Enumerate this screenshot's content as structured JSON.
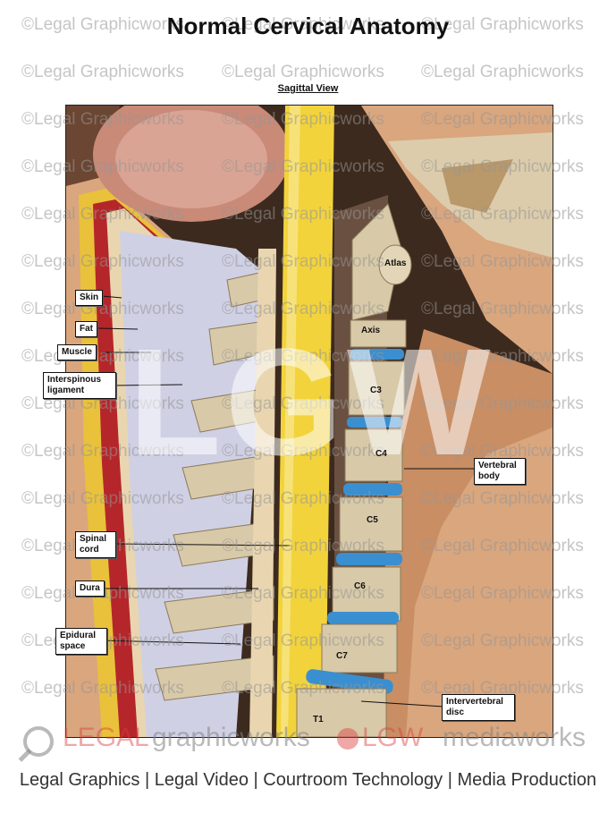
{
  "title": "Normal Cervical Anatomy",
  "subtitle": "Sagittal View",
  "watermark_text": "©Legal Graphicworks",
  "big_watermark": "LGW",
  "labels": {
    "skin": "Skin",
    "fat": "Fat",
    "muscle": "Muscle",
    "interspinous": "Interspinous ligament",
    "spinal_cord": "Spinal cord",
    "dura": "Dura",
    "epidural": "Epidural space",
    "vertebral_body": "Vertebral body",
    "intervertebral_disc": "Intervertebral disc"
  },
  "vertebrae": {
    "atlas": "Atlas",
    "axis": "Axis",
    "c3": "C3",
    "c4": "C4",
    "c5": "C5",
    "c6": "C6",
    "c7": "C7",
    "t1": "T1"
  },
  "brand": {
    "legal": "LEGAL",
    "graphicworks": "graphicworks",
    "lgw": "LGW",
    "mediaworks": "mediaworks"
  },
  "footer": "Legal Graphics | Legal Video | Courtroom Technology | Media Production",
  "colors": {
    "cord": "#f2d33c",
    "disc": "#3a8fd0",
    "bone": "#d8c9a8",
    "muscle": "#b5262a",
    "skin": "#e6b48a"
  }
}
